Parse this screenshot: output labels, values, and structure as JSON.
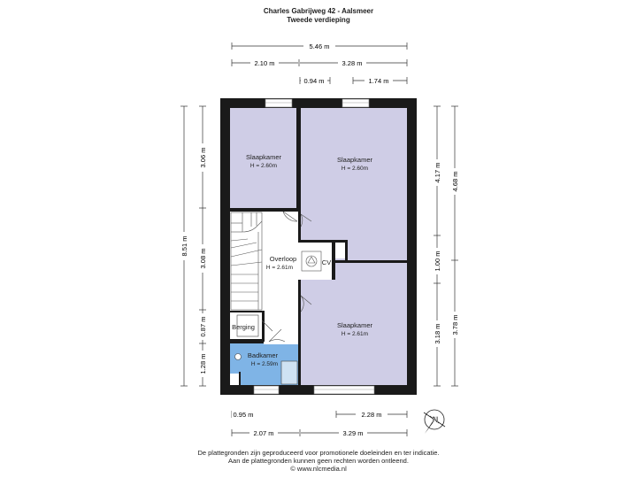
{
  "header": {
    "address": "Charles Gabrijweg 42 - Aalsmeer",
    "floor": "Tweede verdieping"
  },
  "dimensions": {
    "top_total": "5.46 m",
    "top_left": "2.10 m",
    "top_right": "3.28 m",
    "top_small_left": "0.94 m",
    "top_small_right": "1.74 m",
    "left_total": "8.51 m",
    "left_1": "3.06 m",
    "left_2": "3.08 m",
    "left_3": "0.87 m",
    "left_4": "1.28 m",
    "right_total_top": "4.68 m",
    "right_inner_top": "4.17 m",
    "right_mid": "1.00 m",
    "right_inner_bottom": "3.18 m",
    "right_total_bottom": "3.78 m",
    "bottom_small_left": "0.95 m",
    "bottom_small_right": "2.28 m",
    "bottom_left": "2.07 m",
    "bottom_right": "3.29 m"
  },
  "rooms": [
    {
      "name": "Slaapkamer",
      "height": "H = 2.60m"
    },
    {
      "name": "Slaapkamer",
      "height": "H = 2.60m"
    },
    {
      "name": "Overloop",
      "height": "H = 2.61m"
    },
    {
      "name": "Slaapkamer",
      "height": "H = 2.61m"
    },
    {
      "name": "Berging",
      "height": ""
    },
    {
      "name": "Badkamer",
      "height": "H = 2.59m"
    }
  ],
  "labels": {
    "cv": "CV",
    "compass": "N"
  },
  "colors": {
    "room_fill": "#cfcde6",
    "bath_fill": "#7fb4e6",
    "wall": "#1a1a1a",
    "hall_fill": "#ffffff"
  },
  "footer": {
    "line1": "De plattegronden zijn geproduceerd voor promotionele doeleinden en ter indicatie.",
    "line2": "Aan de plattegronden kunnen geen rechten worden ontleend.",
    "line3": "© www.nlcmedia.nl"
  }
}
